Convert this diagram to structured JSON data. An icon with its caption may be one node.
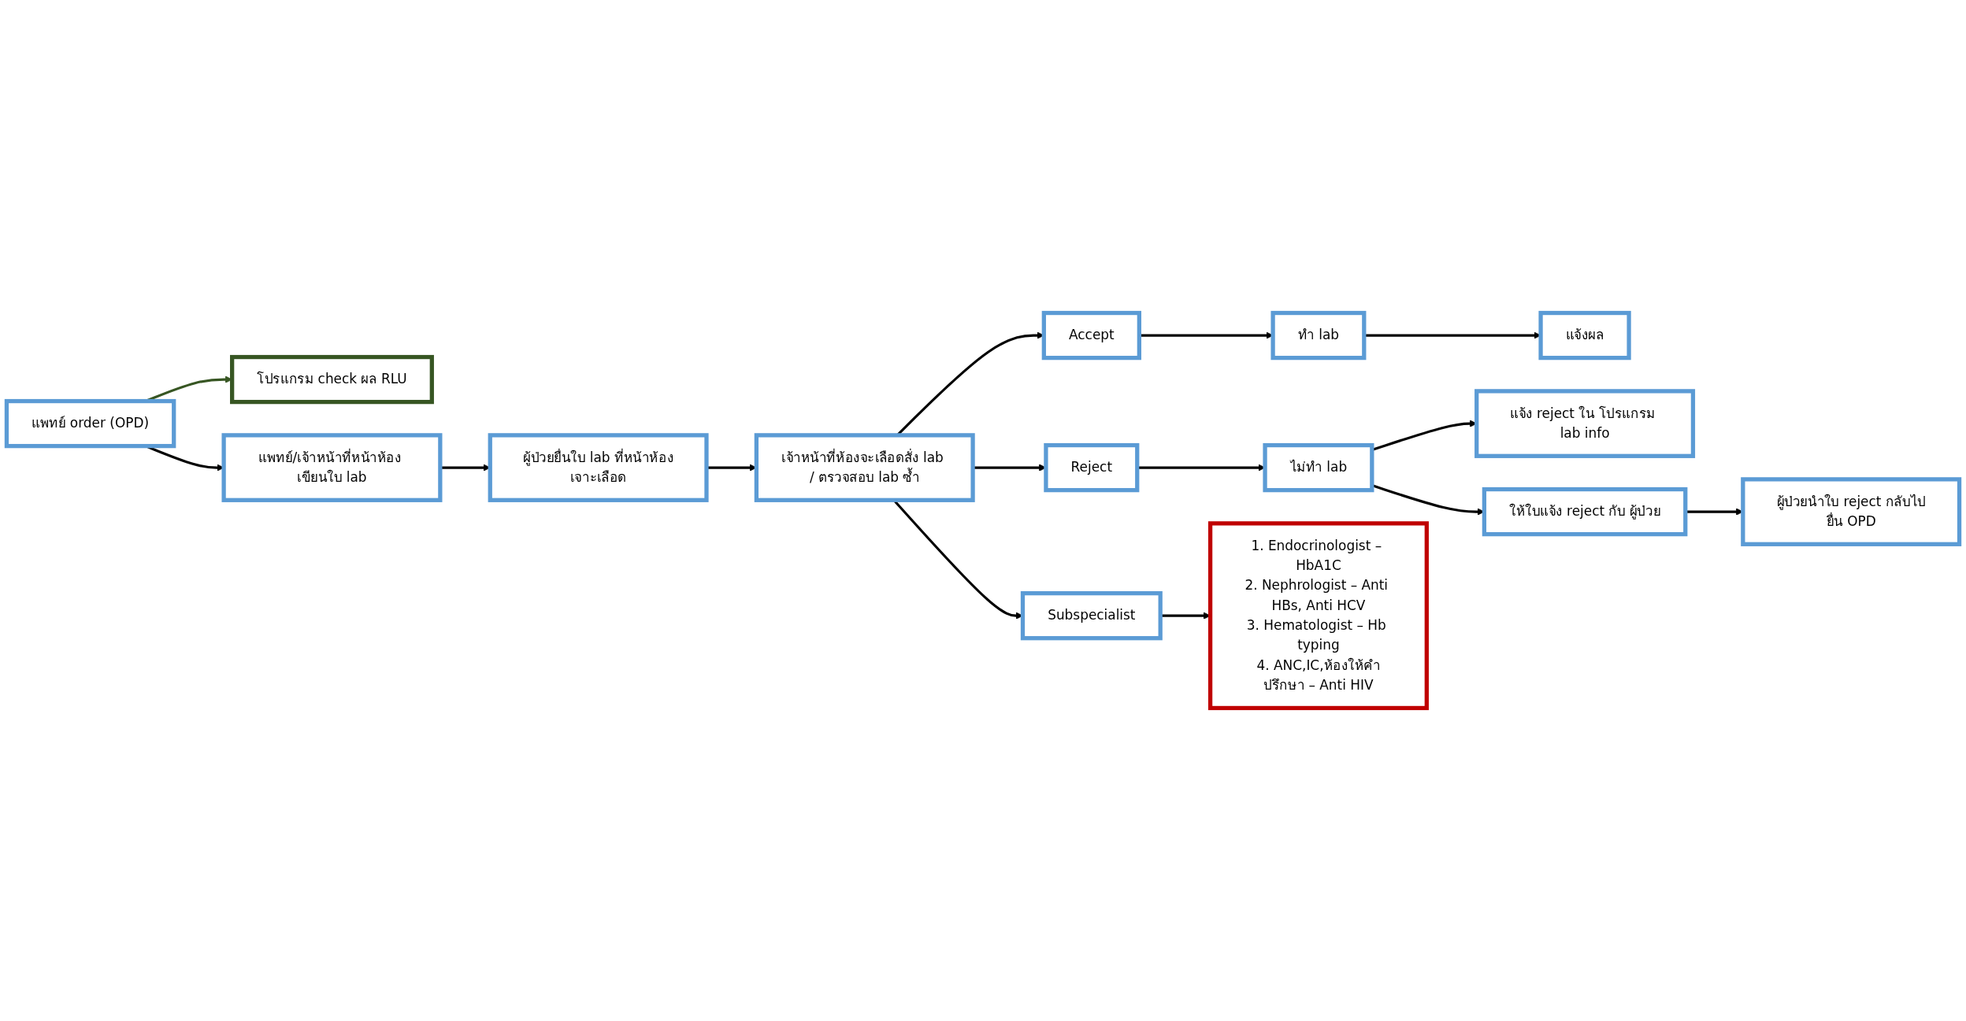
{
  "diagram": {
    "nodes": [
      {
        "text": [
          "แพทย์ order (OPD)"
        ]
      },
      {
        "text": [
          "โปรแกรม check ผล RLU"
        ]
      },
      {
        "text": [
          "แพทย์/เจ้าหน้าที่หน้าห้อง เขียนใบ lab"
        ]
      },
      {
        "text": [
          "ผู้ป่วยยื่นใบ lab ที่หน้าห้องเจาะเลือด"
        ]
      },
      {
        "text": [
          "เจ้าหน้าที่ห้องจะเลือดสั่ง lab / ตรวจสอบ lab ซ้ำ"
        ]
      },
      {
        "text": [
          "Accept"
        ]
      },
      {
        "text": [
          "ทำ lab"
        ]
      },
      {
        "text": [
          "แจ้งผล"
        ]
      },
      {
        "text": [
          "Reject"
        ]
      },
      {
        "text": [
          "ไม่ทำ lab"
        ]
      },
      {
        "text": [
          "แจ้ง reject ใน โปรแกรม lab info"
        ]
      },
      {
        "text": [
          "ให้ใบแจ้ง reject กับ ผู้ป่วย"
        ]
      },
      {
        "text": [
          "ผู้ป่วยนำใบ reject กลับไปยื่น OPD"
        ]
      },
      {
        "text": [
          "Subspecialist"
        ]
      },
      {
        "text": [
          "1. Endocrinologist – HbA1C",
          "2. Nephrologist – Anti HBs, Anti HCV",
          "3. Hematologist – Hb typing",
          "4. ANC,IC,ห้องให้คำปรึกษา – Anti HIV"
        ]
      }
    ],
    "edges": [
      {
        "from": 0,
        "to": 2,
        "arrow": "to"
      },
      {
        "from": 0,
        "to": 1,
        "arrow": "to",
        "color": "#375623"
      },
      {
        "from": 2,
        "to": 3,
        "arrow": "to"
      },
      {
        "from": 3,
        "to": 4,
        "arrow": "to"
      },
      {
        "from": 4,
        "to": 5,
        "arrow": "to"
      },
      {
        "from": 4,
        "to": 8,
        "arrow": "to"
      },
      {
        "from": 4,
        "to": 13,
        "arrow": "to"
      },
      {
        "from": 5,
        "to": 6,
        "arrow": "to"
      },
      {
        "from": 6,
        "to": 7,
        "arrow": "to"
      },
      {
        "from": 8,
        "to": 9,
        "arrow": "to"
      },
      {
        "from": 9,
        "to": 10,
        "arrow": "to"
      },
      {
        "from": 9,
        "to": 11,
        "arrow": "to"
      },
      {
        "from": 11,
        "to": 12,
        "arrow": "to"
      },
      {
        "from": 13,
        "to": 14,
        "arrow": "to"
      }
    ]
  }
}
